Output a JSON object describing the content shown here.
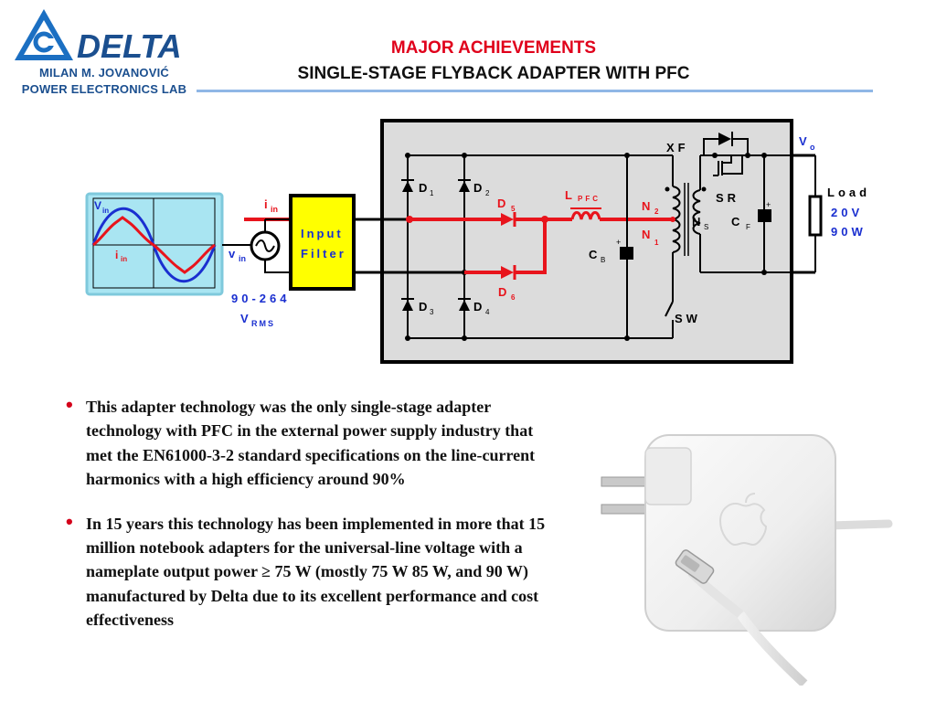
{
  "brand": {
    "logo_text": "DELTA",
    "lab_name_line1": "MILAN M. JOVANOVIĆ",
    "lab_name_line2": "POWER ELECTRONICS LAB"
  },
  "header": {
    "title": "MAJOR ACHIEVEMENTS",
    "subtitle": "SINGLE-STAGE FLYBACK ADAPTER WITH PFC"
  },
  "circuit": {
    "labels": {
      "vin_wave": "V",
      "vin_wave_sub": "in",
      "iin_wave": "i",
      "iin_wave_sub": "in",
      "iin_line": "i",
      "iin_line_sub": "in",
      "vin_source": "v",
      "vin_source_sub": "in",
      "range": "90-264",
      "range_unit": "V",
      "range_unit_sub": "RMS",
      "filter_line1": "Input",
      "filter_line2": "Filter",
      "d1": "D",
      "d1_sub": "1",
      "d2": "D",
      "d2_sub": "2",
      "d3": "D",
      "d3_sub": "3",
      "d4": "D",
      "d4_sub": "4",
      "d5": "D",
      "d5_sub": "5",
      "d6": "D",
      "d6_sub": "6",
      "lpfc": "L",
      "lpfc_sub": "PFC",
      "cb": "C",
      "cb_sub": "B",
      "n2": "N",
      "n2_sub": "2",
      "n1": "N",
      "n1_sub": "1",
      "ns": "N",
      "ns_sub": "S",
      "sw": "SW",
      "xf": "XF",
      "sr": "SR",
      "cf": "C",
      "cf_sub": "F",
      "vo": "V",
      "vo_sub": "o",
      "load": "Load",
      "load_voltage": "20V",
      "load_power": "90W"
    },
    "colors": {
      "pfc_path": "#e8141c",
      "wire": "#000000",
      "board": "#dcdcdc",
      "filter": "#ffff00",
      "scope": "#a9e5f2",
      "label_blue": "#1a2fd0",
      "label_red": "#e8141c"
    }
  },
  "bullets": [
    "This adapter technology was the only single-stage adapter technology with PFC in the external power supply industry that met the EN61000-3-2 standard specifications on the line-current harmonics with a high efficiency around 90%",
    "In 15 years this technology has been implemented in more that 15 million notebook adapters for the universal-line voltage with a nameplate output power ≥ 75 W (mostly 75 W 85 W, and 90 W) manufactured by Delta due to its excellent performance and cost effectiveness"
  ]
}
